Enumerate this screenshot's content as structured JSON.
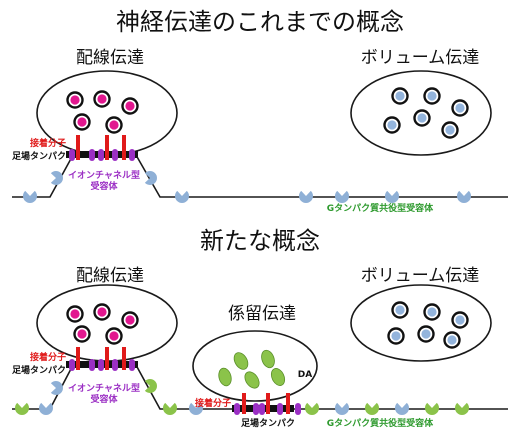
{
  "colors": {
    "line": "#1a1a1a",
    "adhesion": "#e01a1a",
    "ion_channel": "#9b2fc4",
    "scaffold": "#111111",
    "vesicle_wiring": "#e2178f",
    "vesicle_volume": "#93b4dc",
    "vesicle_dopamine": "#8bc34a",
    "receptor_blue": "#8fb0d6",
    "receptor_green": "#8bc34a",
    "label_red": "#e01a1a",
    "label_purple": "#9b2fc4",
    "label_green": "#2e9a2e",
    "retention_title": "#e01a1a"
  },
  "top_panel": {
    "title": "神経伝達のこれまでの概念",
    "wiring_label": "配線伝達",
    "volume_label": "ボリューム伝達",
    "adhesion_label": "接着分子",
    "scaffold_label": "足場タンパク",
    "ion_channel_label_1": "イオンチャネル型",
    "ion_channel_label_2": "受容体",
    "g_protein_label": "Gタンパク質共役型受容体"
  },
  "bottom_panel": {
    "title": "新たな概念",
    "wiring_label": "配線伝達",
    "volume_label": "ボリューム伝達",
    "retention_label": "係留伝達",
    "adhesion_label": "接着分子",
    "scaffold_label": "足場タンパク",
    "ion_channel_label_1": "イオンチャネル型",
    "ion_channel_label_2": "受容体",
    "retention_adhesion_label": "接着分子",
    "retention_scaffold_label": "足場タンパク",
    "dopamine_label": "DA",
    "g_protein_label": "Gタンパク質共役型受容体"
  }
}
